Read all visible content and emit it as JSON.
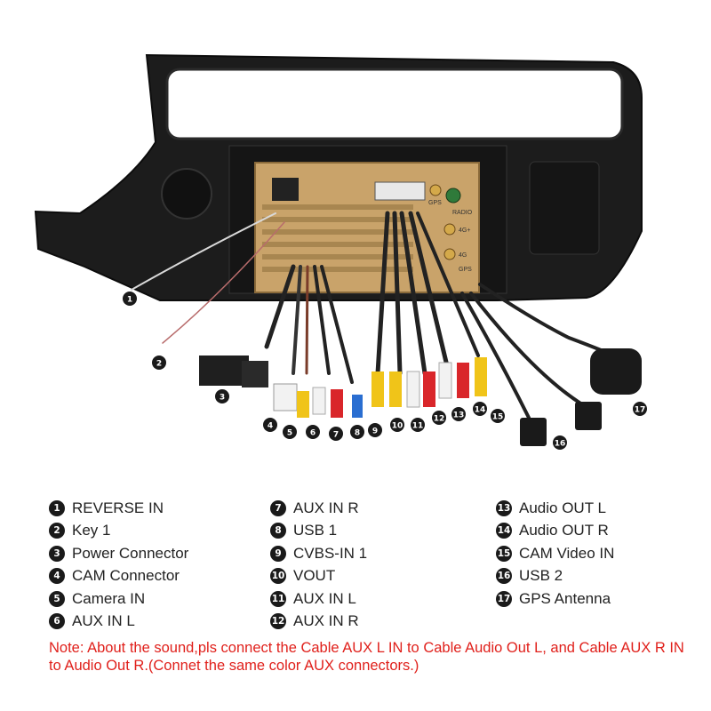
{
  "unit_labels": {
    "gps": "GPS",
    "radio": "RADIO",
    "fourg_plus": "4G+",
    "fourg": "4G",
    "gps2": "GPS"
  },
  "legend": [
    {
      "n": "1",
      "label": "REVERSE IN"
    },
    {
      "n": "2",
      "label": "Key 1"
    },
    {
      "n": "3",
      "label": "Power Connector"
    },
    {
      "n": "4",
      "label": "CAM Connector"
    },
    {
      "n": "5",
      "label": "Camera IN"
    },
    {
      "n": "6",
      "label": "AUX IN L"
    },
    {
      "n": "7",
      "label": "AUX IN R"
    },
    {
      "n": "8",
      "label": "USB 1"
    },
    {
      "n": "9",
      "label": "CVBS-IN 1"
    },
    {
      "n": "10",
      "label": "VOUT"
    },
    {
      "n": "11",
      "label": "AUX IN L"
    },
    {
      "n": "12",
      "label": "AUX IN R"
    },
    {
      "n": "13",
      "label": "Audio OUT L"
    },
    {
      "n": "14",
      "label": "Audio OUT R"
    },
    {
      "n": "15",
      "label": "CAM Video IN"
    },
    {
      "n": "16",
      "label": "USB 2"
    },
    {
      "n": "17",
      "label": "GPS Antenna"
    }
  ],
  "note": "Note: About the sound,pls connect the Cable AUX L IN to Cable Audio Out L, and Cable AUX R IN to Audio Out R.(Connet the same color AUX connectors.)",
  "colors": {
    "note": "#e0201b",
    "badge": "#1a1a1a",
    "unit": "#c9a36a",
    "frame": "#1c1c1c"
  }
}
